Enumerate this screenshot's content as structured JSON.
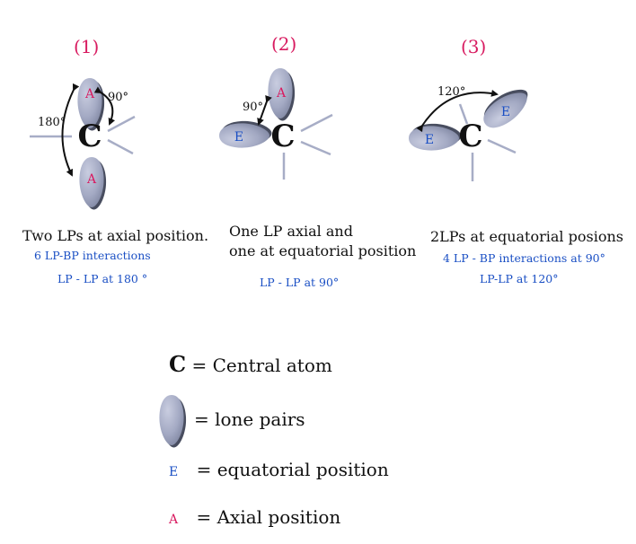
{
  "panels": [
    {
      "number": "(1)",
      "caption": [
        "Two LPs at axial position."
      ],
      "notes": [
        "6 LP-BP interactions",
        "LP - LP at 180 °"
      ],
      "angles": [
        "180°",
        "90°"
      ]
    },
    {
      "number": "(2)",
      "caption": [
        "One LP axial and",
        "one at equatorial position"
      ],
      "notes": [
        "LP - LP at 90°"
      ],
      "angles": [
        "90°"
      ]
    },
    {
      "number": "(3)",
      "caption": [
        "2LPs at equatorial posions"
      ],
      "notes": [
        "4 LP - BP interactions at 90°",
        "LP-LP at 120°"
      ],
      "angles": [
        "120°"
      ]
    }
  ],
  "atom_labels": {
    "central": "C",
    "axial": "A",
    "equatorial": "E"
  },
  "legend": {
    "central_symbol": "C",
    "central_text": "= Central atom",
    "lone_pair_text": "= lone pairs",
    "equatorial_symbol": "E",
    "equatorial_text": "= equatorial position",
    "axial_symbol": "A",
    "axial_text": "= Axial position"
  },
  "colors": {
    "axial_label": "#d81b60",
    "equatorial_label": "#1a4fc4",
    "lobe_fill": "#a9aec6",
    "bond": "#a7adc6"
  }
}
